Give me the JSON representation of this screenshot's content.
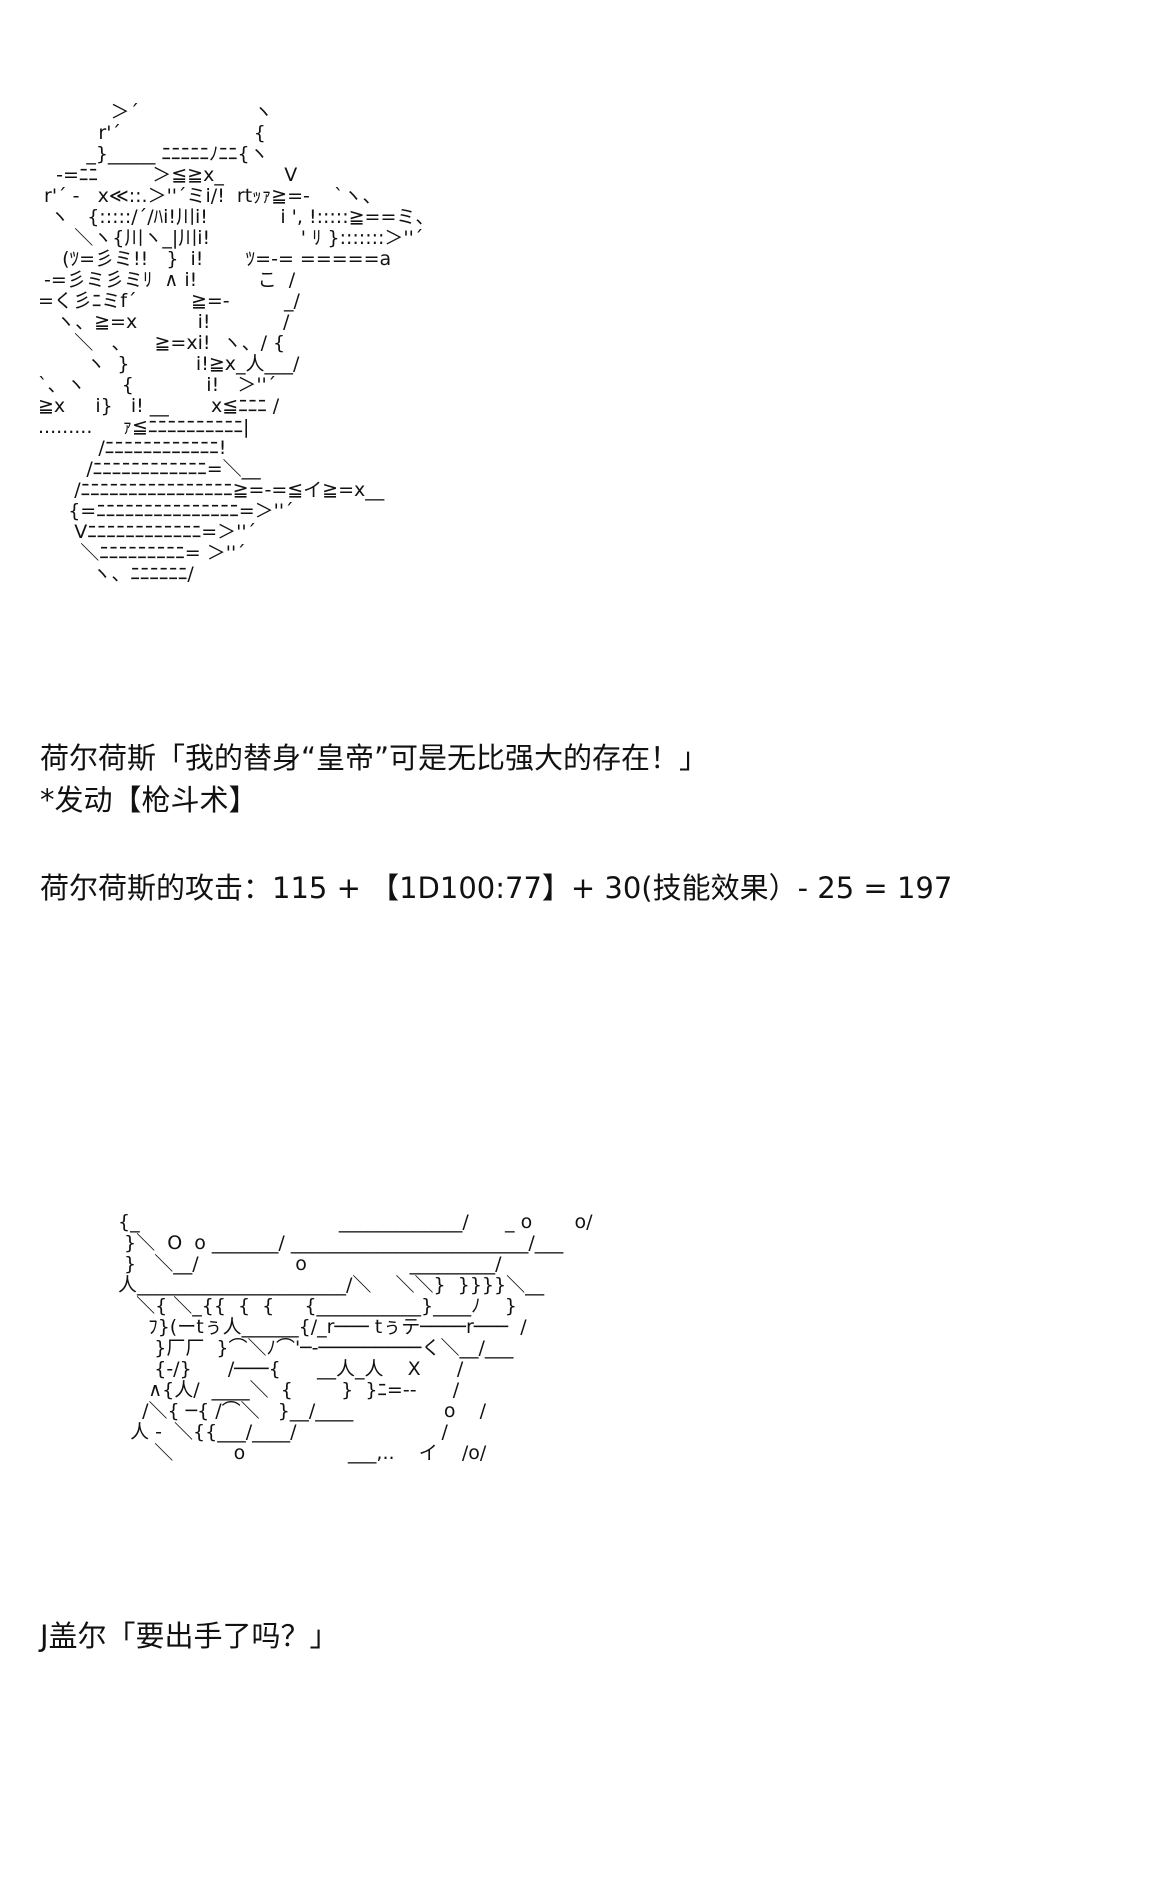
{
  "ascii_art": {
    "top": [
      "            ＞´                   ヽ",
      "          r'´                      {",
      "        _}_____ ﾆﾆﾆﾆﾆﾉﾆﾆ{ヽ",
      "   -=ﾆﾆ         ＞≦≧x_          V",
      " r'´ -   x≪::.＞''´ミi/!  rtｯｧ≧=-    `ヽ、",
      "  ヽ   {:::::/´/ﾊi!川i!            i ', !:::::≧==ミ、",
      "      ＼ヽ{川ヽ_|川i!               ' ﾘ }:::::::＞''´",
      "    (ﾂ=彡ミ!!   }  i!       ﾂ=-= =====a",
      " -=彡ミ彡ミﾘ  ∧ i!          こ  /",
      "=く彡ﾆミf´         ≧=-         _/",
      "   ヽ、≧=x          i!            /",
      "      ＼   、    ≧=xi!  ヽ、/ {",
      "        ヽ  }           i!≧x_人___/",
      "`、ヽ      {            i!   ＞''´",
      "≧x     i}   i! __       x≦ﾆﾆﾆ /",
      ".........     ｧ≦ﾆﾆﾆﾆﾆﾆﾆﾆﾆﾆ|",
      "          /ﾆﾆﾆﾆﾆﾆﾆﾆﾆﾆﾆﾆ!",
      "        /ﾆﾆﾆﾆﾆﾆﾆﾆﾆﾆﾆﾆ=＼__",
      "      /ﾆﾆﾆﾆﾆﾆﾆﾆﾆﾆﾆﾆﾆﾆﾆﾆ≧=-=≦イ≧=x__",
      "     {=ﾆﾆﾆﾆﾆﾆﾆﾆﾆﾆﾆﾆﾆﾆﾆ=＞''´",
      "      Vﾆﾆﾆﾆﾆﾆﾆﾆﾆﾆﾆﾆ=＞''´",
      "       ＼ﾆﾆﾆﾆﾆﾆﾆﾆﾆ= ＞''´",
      "         ヽ、ﾆﾆﾆﾆﾆﾆ/"
    ],
    "bottom": [
      "{_                                 _____________/      _ o       o/",
      " }＼  O  o _______/ _________________________/___",
      " }   ＼__/                o                 _________/",
      "人______________________/＼    ＼＼}  }}}}＼__",
      "   ＼{ ＼_{{  {  {     {___________}____ﾉ    }",
      "     ﾌ}(ーtぅ人______{/_r─── tぅテ────r───  /",
      "      }厂厂  }⌒＼ﾉ⌒'─-─────────く＼__/___",
      "      {-/}      /───{      __人_人    X      /",
      "     ∧{人/  ____＼  {        }  }ﾆ=--      /",
      "    /＼{ ─{ /⌒＼   }__/____               o    /",
      "  人 -  ＼{{___/____/                        /",
      "      ＼          o                 ___,..    イ    /o/"
    ]
  },
  "text": {
    "dialogue_1": "荷尔荷斯「我的替身“皇帝”可是无比强大的存在！」",
    "skill": "*发动【枪斗术】",
    "attack": "荷尔荷斯的攻击：115 + 【1D100:77】+ 30(技能效果）- 25 = 197",
    "dialogue_2": "J盖尔「要出手了吗？」"
  }
}
